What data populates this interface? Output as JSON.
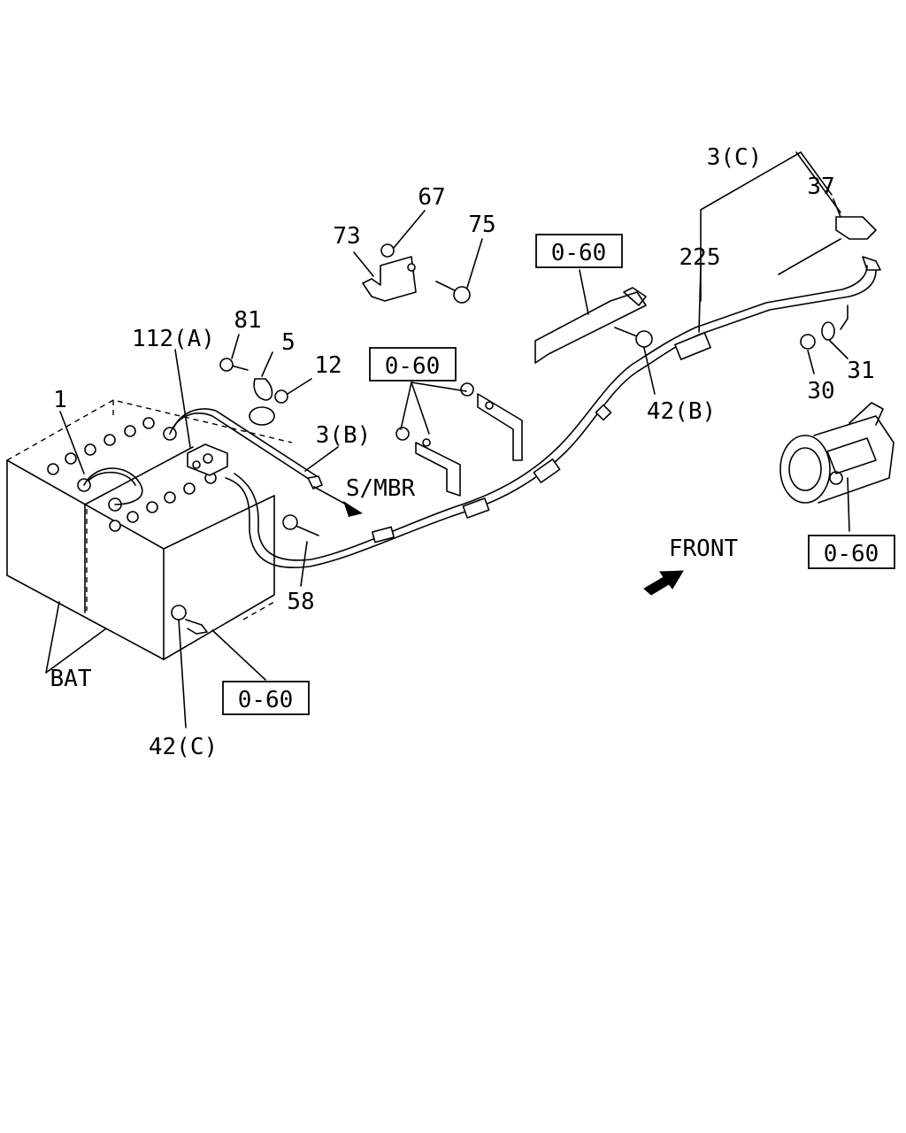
{
  "labels": {
    "p1": "1",
    "p112a": "112(A)",
    "p81": "81",
    "p5": "5",
    "p12": "12",
    "p73": "73",
    "p67": "67",
    "p75": "75",
    "p3b": "3(B)",
    "smbr": "S/MBR",
    "p58": "58",
    "bat": "BAT",
    "p42c": "42(C)",
    "p42b": "42(B)",
    "p3c": "3(C)",
    "p37": "37",
    "p225": "225",
    "p30": "30",
    "p31": "31",
    "front": "FRONT"
  },
  "refs": {
    "ref_a": "0-60",
    "ref_b": "0-60",
    "ref_c": "0-60",
    "ref_d": "0-60"
  },
  "icons": [
    "front-arrow-icon",
    "smbr-arrow-icon"
  ]
}
